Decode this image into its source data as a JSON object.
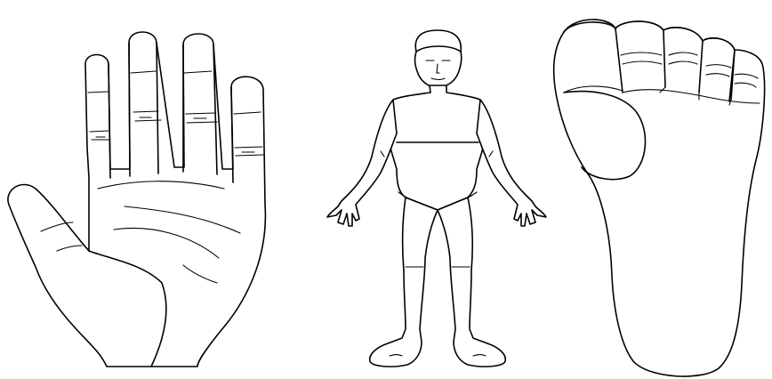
{
  "figure": {
    "panels": [
      {
        "id": "hand",
        "icon": "palm-outline-icon"
      },
      {
        "id": "body",
        "icon": "human-figure-outline-icon"
      },
      {
        "id": "foot",
        "icon": "sole-outline-icon"
      }
    ],
    "colors": {
      "stroke": "#000000",
      "background": "#ffffff"
    }
  }
}
